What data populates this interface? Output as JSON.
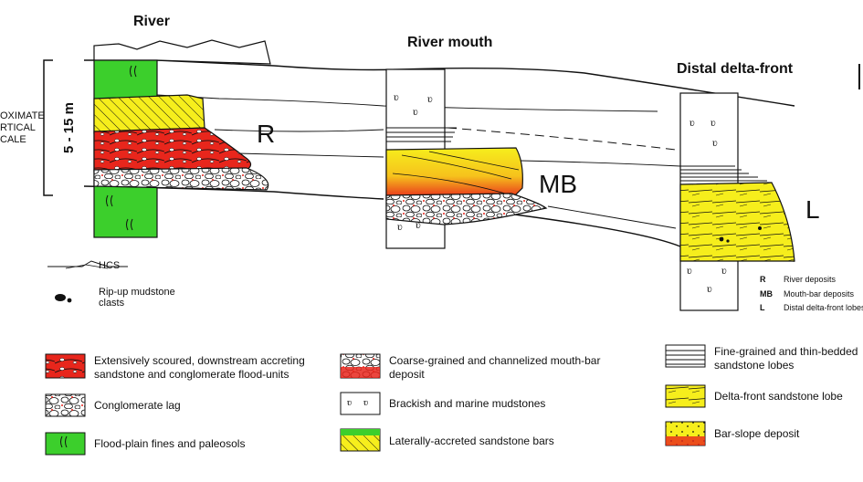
{
  "columns": {
    "river": "River",
    "river_mouth": "River mouth",
    "distal": "Distal delta-front"
  },
  "scale": {
    "label_lines": [
      "OXIMATE",
      "RTICAL",
      "CALE"
    ],
    "value": "5 - 15 m"
  },
  "markers": {
    "R": "R",
    "MB": "MB",
    "L": "L"
  },
  "symbols": {
    "hcs": "HCS",
    "ripup": [
      "Rip-up mudstone",
      "clasts"
    ]
  },
  "key": [
    {
      "abbr": "R",
      "text": "River deposits"
    },
    {
      "abbr": "MB",
      "text": "Mouth-bar deposits"
    },
    {
      "abbr": "L",
      "text": "Distal delta-front lobes"
    }
  ],
  "legend": {
    "scoured": [
      "Extensively scoured, downstream accreting",
      "sandstone and conglomerate flood-units"
    ],
    "lag": [
      "Conglomerate lag"
    ],
    "floodplain": [
      "Flood-plain fines and paleosols"
    ],
    "mouthbar": [
      "Coarse-grained and channelized mouth-bar",
      "deposit"
    ],
    "mudstone": [
      "Brackish and marine mudstones"
    ],
    "lateral": [
      "Laterally-accreted sandstone bars"
    ],
    "thinbedded": [
      "Fine-grained and thin-bedded",
      "sandstone lobes"
    ],
    "lobe": [
      "Delta-front sandstone lobe"
    ],
    "barslope": [
      "Bar-slope deposit"
    ]
  },
  "colors": {
    "red": "#e8261c",
    "yellow": "#f6ee1c",
    "green": "#3ccf2c",
    "white": "#ffffff"
  }
}
